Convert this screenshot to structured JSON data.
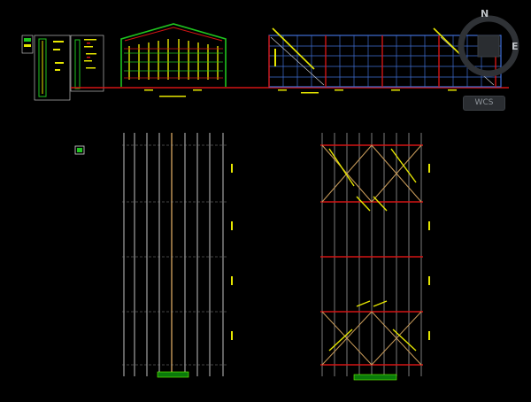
{
  "viewcube": {
    "north": "N",
    "east": "E",
    "wcs_label": "WCS"
  },
  "colors": {
    "background": "#000000",
    "red_line": "#d21414",
    "blue_grid": "#3f6fd4",
    "yellow_text": "#e6e600",
    "green_frame": "#1fc41f",
    "white_line": "#d9d9d9",
    "gray_line": "#8a8a8a",
    "tan_member": "#c89b5a"
  },
  "drawing": {
    "views": [
      "front-elevation",
      "side-elevation",
      "roof-purlin-plan",
      "roof-bracing-plan"
    ]
  }
}
